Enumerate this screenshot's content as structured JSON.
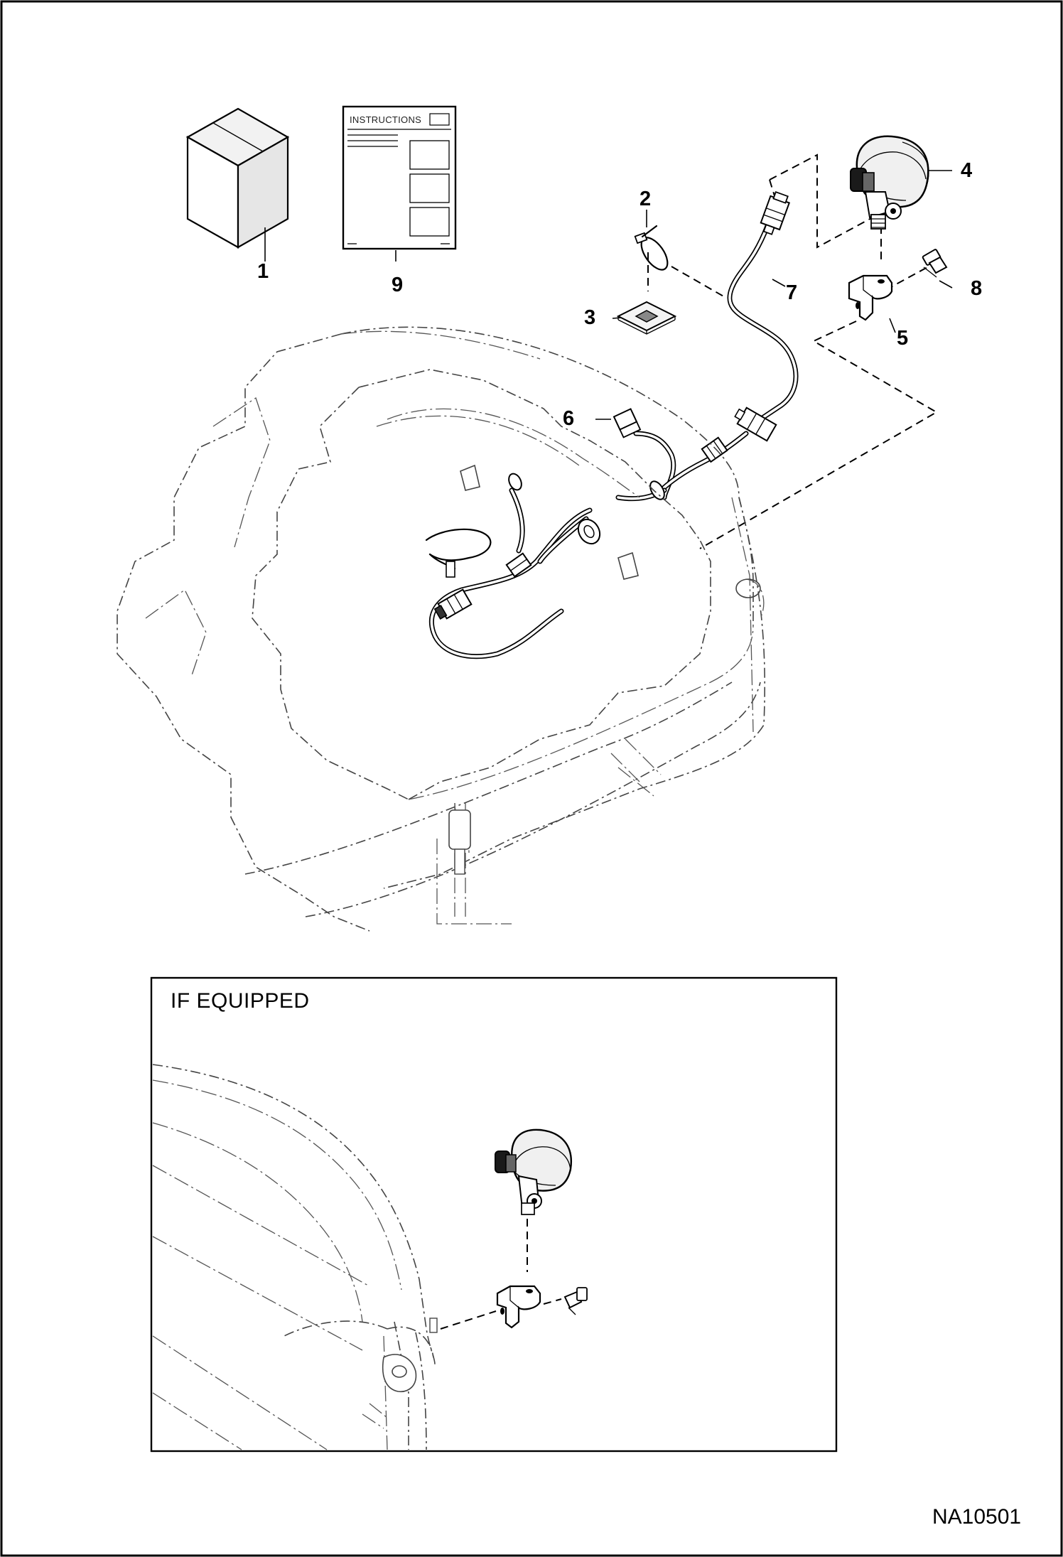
{
  "callouts": {
    "c1": "1",
    "c2": "2",
    "c3": "3",
    "c4": "4",
    "c5": "5",
    "c6": "6",
    "c7": "7",
    "c8": "8",
    "c9": "9"
  },
  "instructions_sheet_title": "INSTRUCTIONS",
  "inset": {
    "title": "IF EQUIPPED"
  },
  "figure_id": "NA10501"
}
